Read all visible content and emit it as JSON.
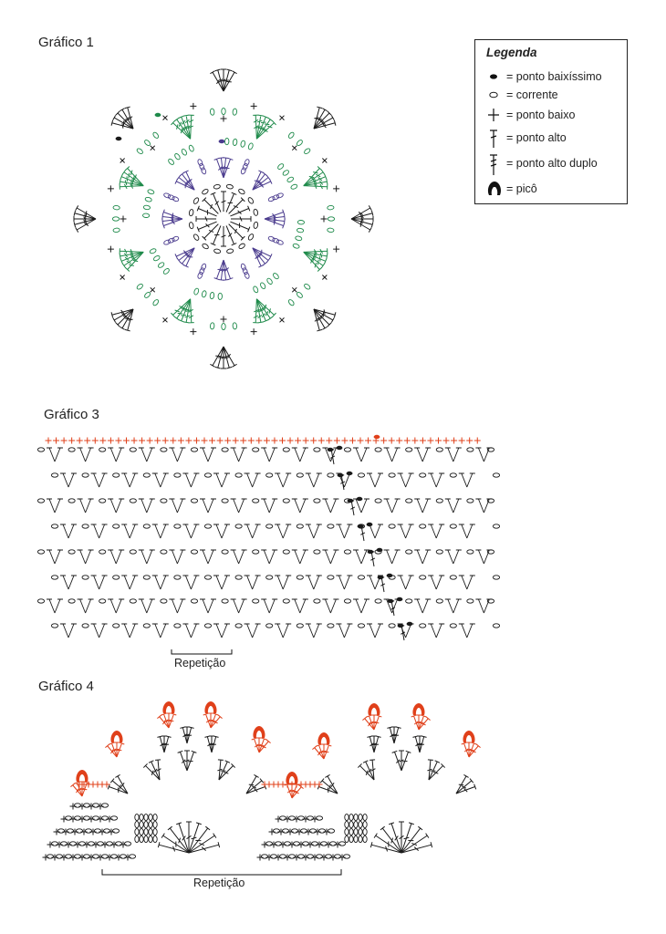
{
  "charts": {
    "chart1_title": "Gráfico 1",
    "chart3_title": "Gráfico 3",
    "chart4_title": "Gráfico 4"
  },
  "legend": {
    "title": "Legenda",
    "items": [
      {
        "label": "= ponto baixíssimo",
        "icon": "slip-stitch-icon"
      },
      {
        "label": "= corrente",
        "icon": "chain-icon"
      },
      {
        "label": "= ponto baixo",
        "icon": "single-crochet-icon"
      },
      {
        "label": "= ponto alto",
        "icon": "double-crochet-icon"
      },
      {
        "label": "= ponto alto duplo",
        "icon": "treble-crochet-icon"
      },
      {
        "label": "= picô",
        "icon": "picot-icon"
      }
    ]
  },
  "repeat_labels": {
    "chart3": "Repetição",
    "chart4": "Repetição"
  },
  "colors": {
    "black": "#1a1a1a",
    "purple": "#4b3c8e",
    "green": "#1e8a4a",
    "orange": "#e0401a"
  }
}
